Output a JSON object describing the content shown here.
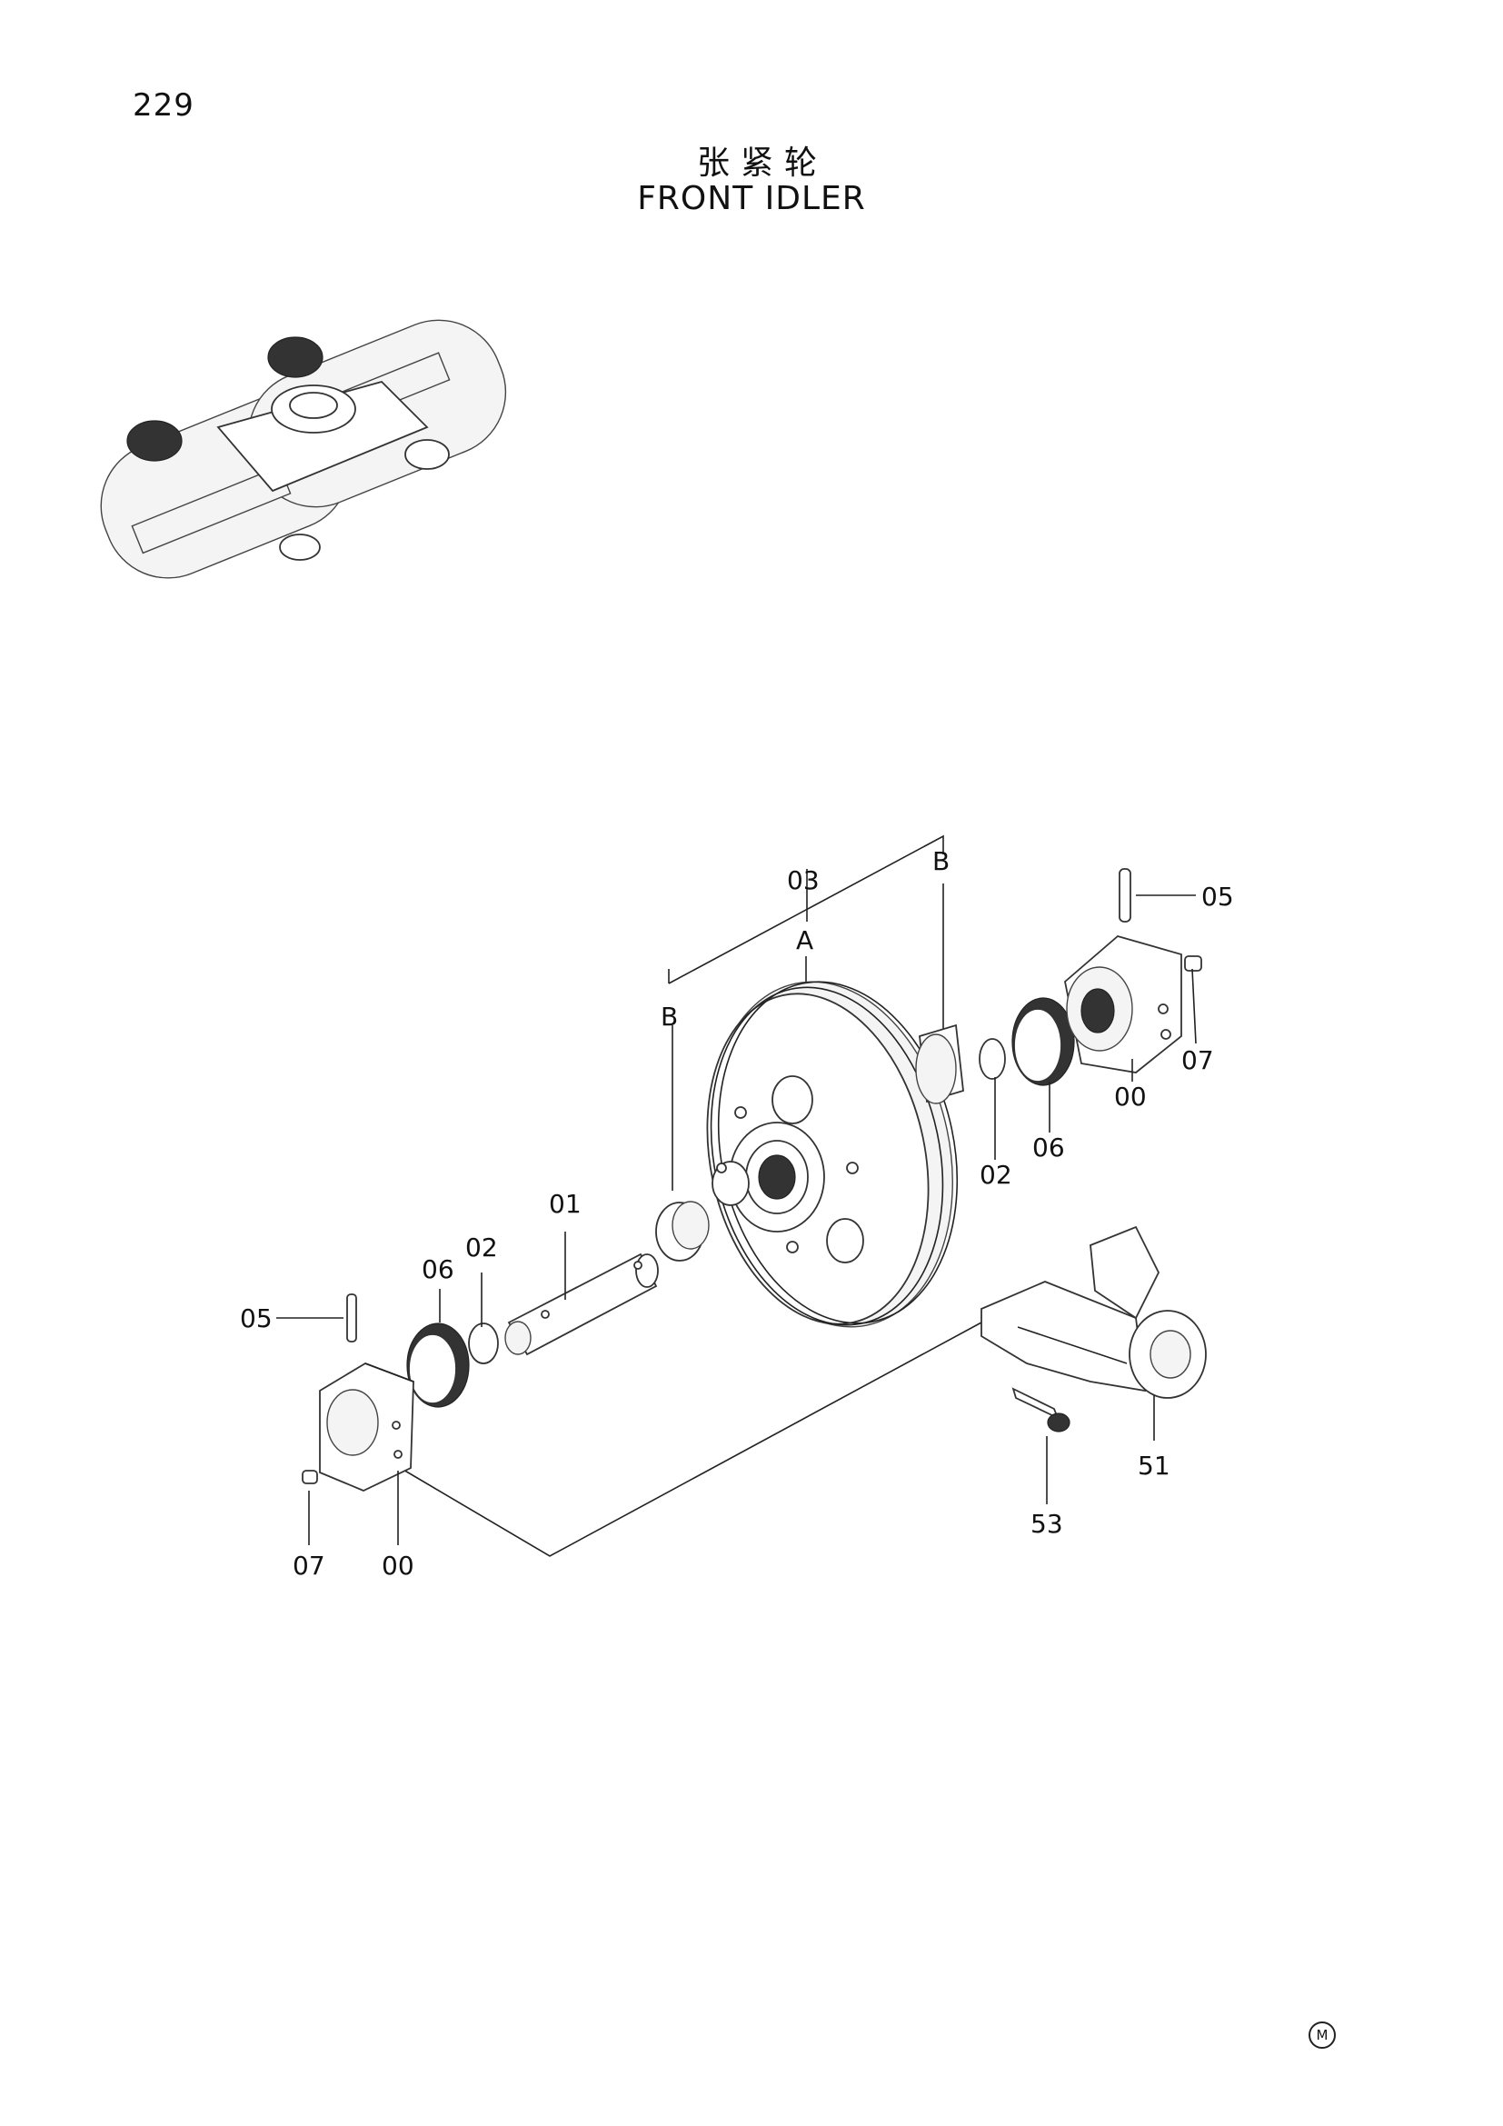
{
  "page": {
    "number": "229"
  },
  "title": {
    "chinese": "张紧轮",
    "english": "FRONT IDLER"
  },
  "callouts": {
    "c03": "03",
    "cB_top": "B",
    "cA": "A",
    "cB_left": "B",
    "c05_top": "05",
    "c07_right": "07",
    "c00_right": "00",
    "c06_right": "06",
    "c02_right": "02",
    "c01": "01",
    "c02_left": "02",
    "c06_left": "06",
    "c05_left": "05",
    "c07_left": "07",
    "c00_left": "00",
    "c51": "51",
    "c53": "53"
  },
  "maker_mark": "M"
}
